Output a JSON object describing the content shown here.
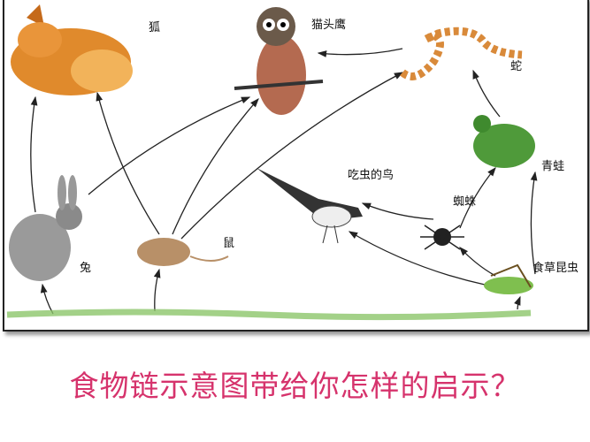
{
  "diagram": {
    "organisms": {
      "fox": "狐",
      "owl": "猫头鹰",
      "snake": "蛇",
      "frog": "青蛙",
      "bird": "吃虫的鸟",
      "spider": "蜘蛛",
      "rabbit": "兔",
      "mouse": "鼠",
      "insect": "食草昆虫"
    },
    "edges": [
      [
        "grass",
        "rabbit"
      ],
      [
        "grass",
        "mouse"
      ],
      [
        "grass",
        "insect"
      ],
      [
        "rabbit",
        "fox"
      ],
      [
        "mouse",
        "fox"
      ],
      [
        "rabbit",
        "owl"
      ],
      [
        "mouse",
        "owl"
      ],
      [
        "mouse",
        "snake"
      ],
      [
        "snake",
        "owl"
      ],
      [
        "frog",
        "snake"
      ],
      [
        "insect",
        "bird"
      ],
      [
        "spider",
        "bird"
      ],
      [
        "insect",
        "spider"
      ],
      [
        "spider",
        "frog"
      ],
      [
        "insect",
        "frog"
      ]
    ]
  },
  "question": "食物链示意图带给你怎样的启示？"
}
